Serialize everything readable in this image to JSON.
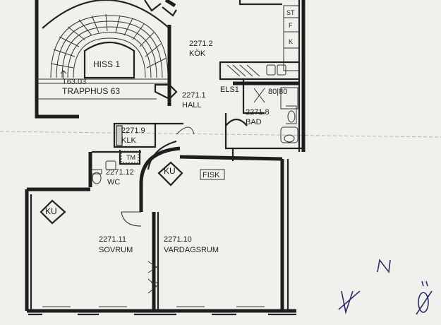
{
  "rooms": {
    "hiss": {
      "label": "HISS 1"
    },
    "trapphus": {
      "code": "T63.03",
      "name": "TRAPPHUS 63"
    },
    "kok": {
      "code": "2271.2",
      "name": "KÖK"
    },
    "hall": {
      "code": "2271.1",
      "name": "HALL"
    },
    "els": {
      "label": "ELS1"
    },
    "dim": {
      "label": "80|80"
    },
    "bad": {
      "code": "2271.8",
      "name": "BAD"
    },
    "klk": {
      "code": "2271.9",
      "name": "KLK"
    },
    "tm": {
      "label": "TM"
    },
    "wc": {
      "code": "2271.12",
      "name": "WC"
    },
    "ku1": {
      "label": "KU"
    },
    "ku2": {
      "label": "KU"
    },
    "fisk": {
      "label": "FISK"
    },
    "sovrum": {
      "code": "2271.11",
      "name": "SOVRUM"
    },
    "vardagsrum": {
      "code": "2271.10",
      "name": "VARDAGSRUM"
    },
    "kitchen_cabinets": [
      "ST",
      "F",
      "K"
    ]
  },
  "handwriting": {
    "north": "N",
    "mark_a": "V",
    "mark_b": "0"
  }
}
